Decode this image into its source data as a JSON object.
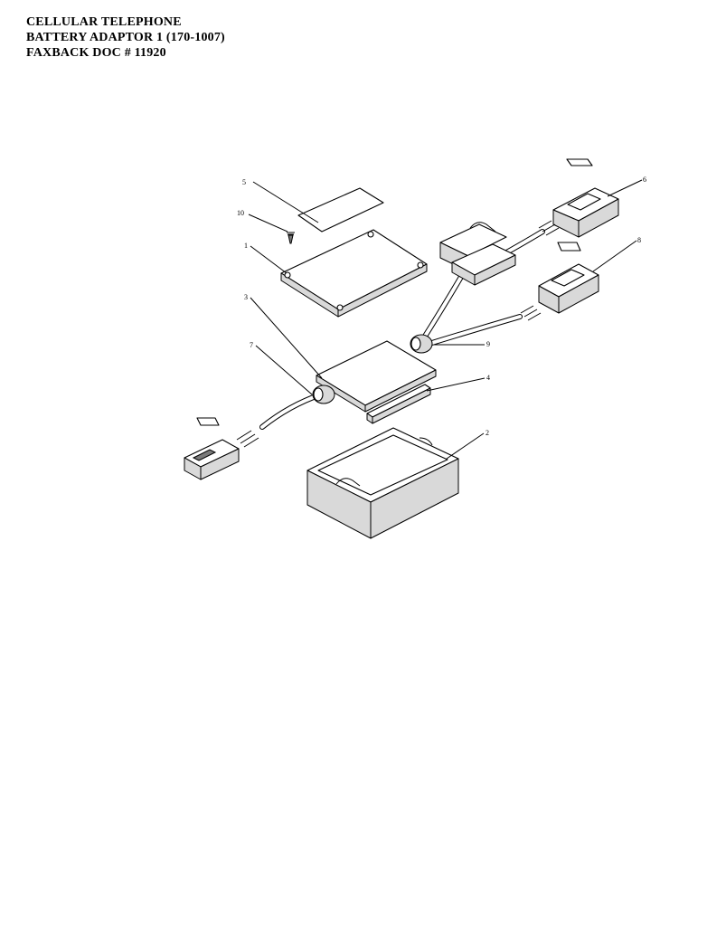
{
  "header": {
    "line1": "CELLULAR TELEPHONE",
    "line2": "BATTERY ADAPTOR 1  (170-1007)",
    "line3": "FAXBACK DOC # 11920"
  },
  "callouts": {
    "c1": "1",
    "c2": "2",
    "c3": "3",
    "c4": "4",
    "c5": "5",
    "c6": "6",
    "c7": "7",
    "c8": "8",
    "c9": "9",
    "c10": "10"
  },
  "icons": {
    "plug": "connector-plug-icon",
    "screw": "screw-icon",
    "label": "label-strip-icon"
  }
}
